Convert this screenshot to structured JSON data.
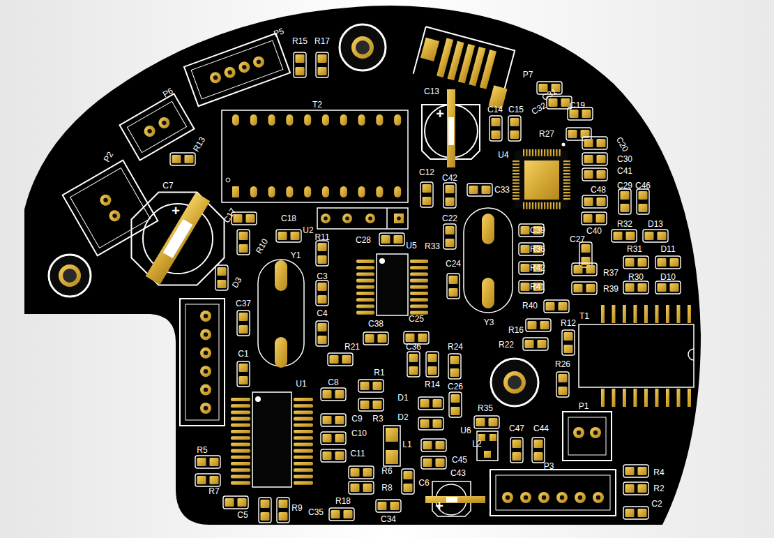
{
  "diagram": {
    "labels": [
      "P5",
      "R15",
      "R17",
      "P7",
      "C13",
      "+",
      "C31",
      "C32",
      "C19",
      "C14",
      "C15",
      "T2",
      "P6",
      "R13",
      "P2",
      "C7",
      "+",
      "U4",
      "R27",
      "C20",
      "C30",
      "C41",
      "C12",
      "C42",
      "C33",
      "C48",
      "C29",
      "C46",
      "C17",
      "C18",
      "U2",
      "C22",
      "C39",
      "C40",
      "R32",
      "D13",
      "R11",
      "C28",
      "U5",
      "R33",
      "C27",
      "R10",
      "R36",
      "R31",
      "D11",
      "Y1",
      "C24",
      "R42",
      "R37",
      "C3",
      "R30",
      "D10",
      "D3",
      "R41",
      "R39",
      "C37",
      "R40",
      "C4",
      "T1",
      "C25",
      "Y3",
      "R12",
      "C38",
      "R16",
      "R22",
      "R21",
      "C36",
      "R24",
      "C1",
      "R26",
      "R1",
      "U1",
      "C8",
      "R14",
      "C26",
      "D1",
      "P1",
      "R35",
      "D2",
      "C9",
      "R3",
      "U6",
      "C47",
      "C44",
      "C10",
      "L2",
      "L1",
      "R5",
      "C11",
      "C45",
      "P3",
      "R4",
      "R6",
      "C43",
      "+",
      "C6",
      "R8",
      "R2",
      "R7",
      "R18",
      "C2",
      "R9",
      "C35",
      "C5",
      "C34"
    ]
  }
}
